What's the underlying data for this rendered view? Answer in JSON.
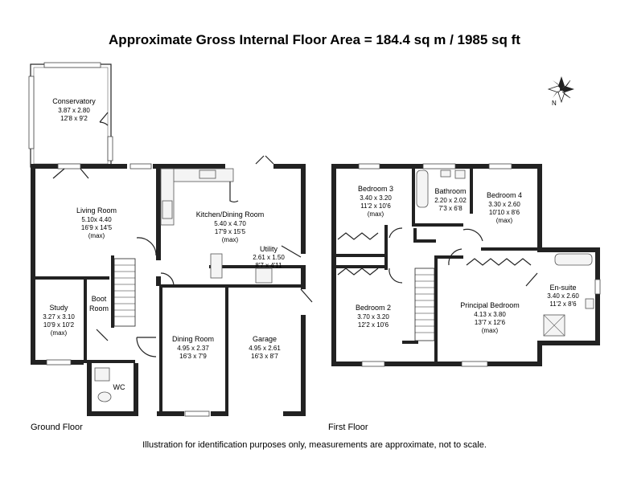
{
  "title": "Approximate Gross Internal Floor Area  = 184.4 sq m  / 1985 sq ft",
  "compass_label": "N",
  "floors": [
    {
      "label": "Ground Floor",
      "rooms": [
        {
          "name": "Conservatory",
          "dims": [
            "3.87 x 2.80",
            "12'8 x 9'2"
          ]
        },
        {
          "name": "Living Room",
          "dims": [
            "5.10x 4.40",
            "16'9 x 14'5",
            "(max)"
          ]
        },
        {
          "name": "Kitchen/Dining Room",
          "dims": [
            "5.40 x 4.70",
            "17'9 x 15'5",
            "(max)"
          ]
        },
        {
          "name": "Utility",
          "dims": [
            "2.61 x 1.50",
            "8'7 x 4'11"
          ]
        },
        {
          "name": "Study",
          "dims": [
            "3.27 x 3.10",
            "10'9 x 10'2",
            "(max)"
          ]
        },
        {
          "name": "Boot",
          "dims": [
            "Room"
          ]
        },
        {
          "name": "Dining Room",
          "dims": [
            "4.95 x 2.37",
            "16'3 x 7'9"
          ]
        },
        {
          "name": "Garage",
          "dims": [
            "4.95 x 2.61",
            "16'3 x 8'7"
          ]
        },
        {
          "name": "WC",
          "dims": []
        }
      ]
    },
    {
      "label": "First Floor",
      "rooms": [
        {
          "name": "Bedroom 3",
          "dims": [
            "3.40 x 3.20",
            "11'2 x 10'6",
            "(max)"
          ]
        },
        {
          "name": "Bathroom",
          "dims": [
            "2.20 x 2.02",
            "7'3 x 6'8"
          ]
        },
        {
          "name": "Bedroom  4",
          "dims": [
            "3.30 x 2.60",
            "10'10 x 8'6",
            "(max)"
          ]
        },
        {
          "name": "En-suite",
          "dims": [
            "3.40 x 2.60",
            "11'2 x 8'6"
          ]
        },
        {
          "name": "Bedroom  2",
          "dims": [
            "3.70 x 3.20",
            "12'2 x 10'6"
          ]
        },
        {
          "name": "Principal Bedroom",
          "dims": [
            "4.13 x 3.80",
            "13'7 x 12'6",
            "(max)"
          ]
        }
      ]
    }
  ],
  "disclaimer": "Illustration for identification purposes only, measurements are approximate, not to scale."
}
